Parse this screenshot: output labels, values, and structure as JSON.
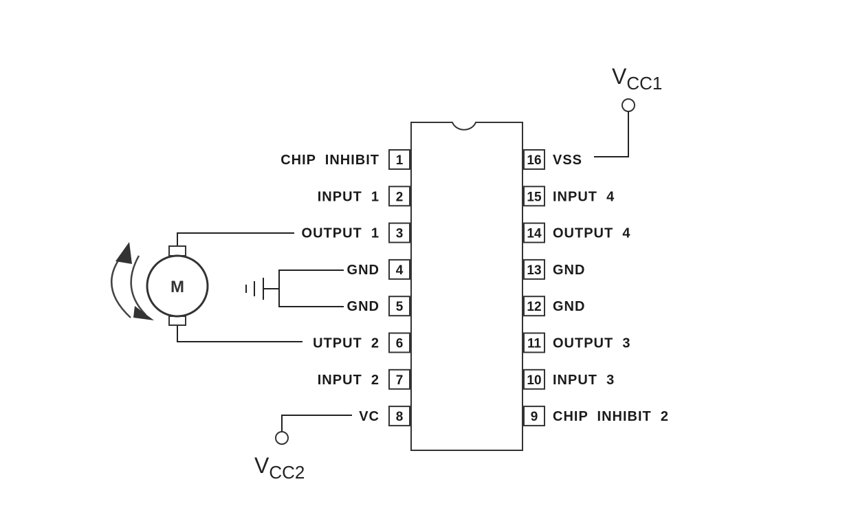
{
  "left_pins": [
    {
      "number": "1",
      "label": "CHIP  INHIBIT"
    },
    {
      "number": "2",
      "label": "INPUT  1"
    },
    {
      "number": "3",
      "label": "OUTPUT  1"
    },
    {
      "number": "4",
      "label": "GND"
    },
    {
      "number": "5",
      "label": "GND"
    },
    {
      "number": "6",
      "label": "UTPUT  2"
    },
    {
      "number": "7",
      "label": "INPUT  2"
    },
    {
      "number": "8",
      "label": "VC"
    }
  ],
  "right_pins": [
    {
      "number": "16",
      "label": "VSS"
    },
    {
      "number": "15",
      "label": "INPUT  4"
    },
    {
      "number": "14",
      "label": "OUTPUT  4"
    },
    {
      "number": "13",
      "label": "GND"
    },
    {
      "number": "12",
      "label": "GND"
    },
    {
      "number": "11",
      "label": "OUTPUT  3"
    },
    {
      "number": "10",
      "label": "INPUT  3"
    },
    {
      "number": "9",
      "label": "CHIP  INHIBIT  2"
    }
  ],
  "vcc1": {
    "main": "V",
    "sub": "CC1"
  },
  "vcc2": {
    "main": "V",
    "sub": "CC2"
  },
  "motor": {
    "label": "M"
  }
}
